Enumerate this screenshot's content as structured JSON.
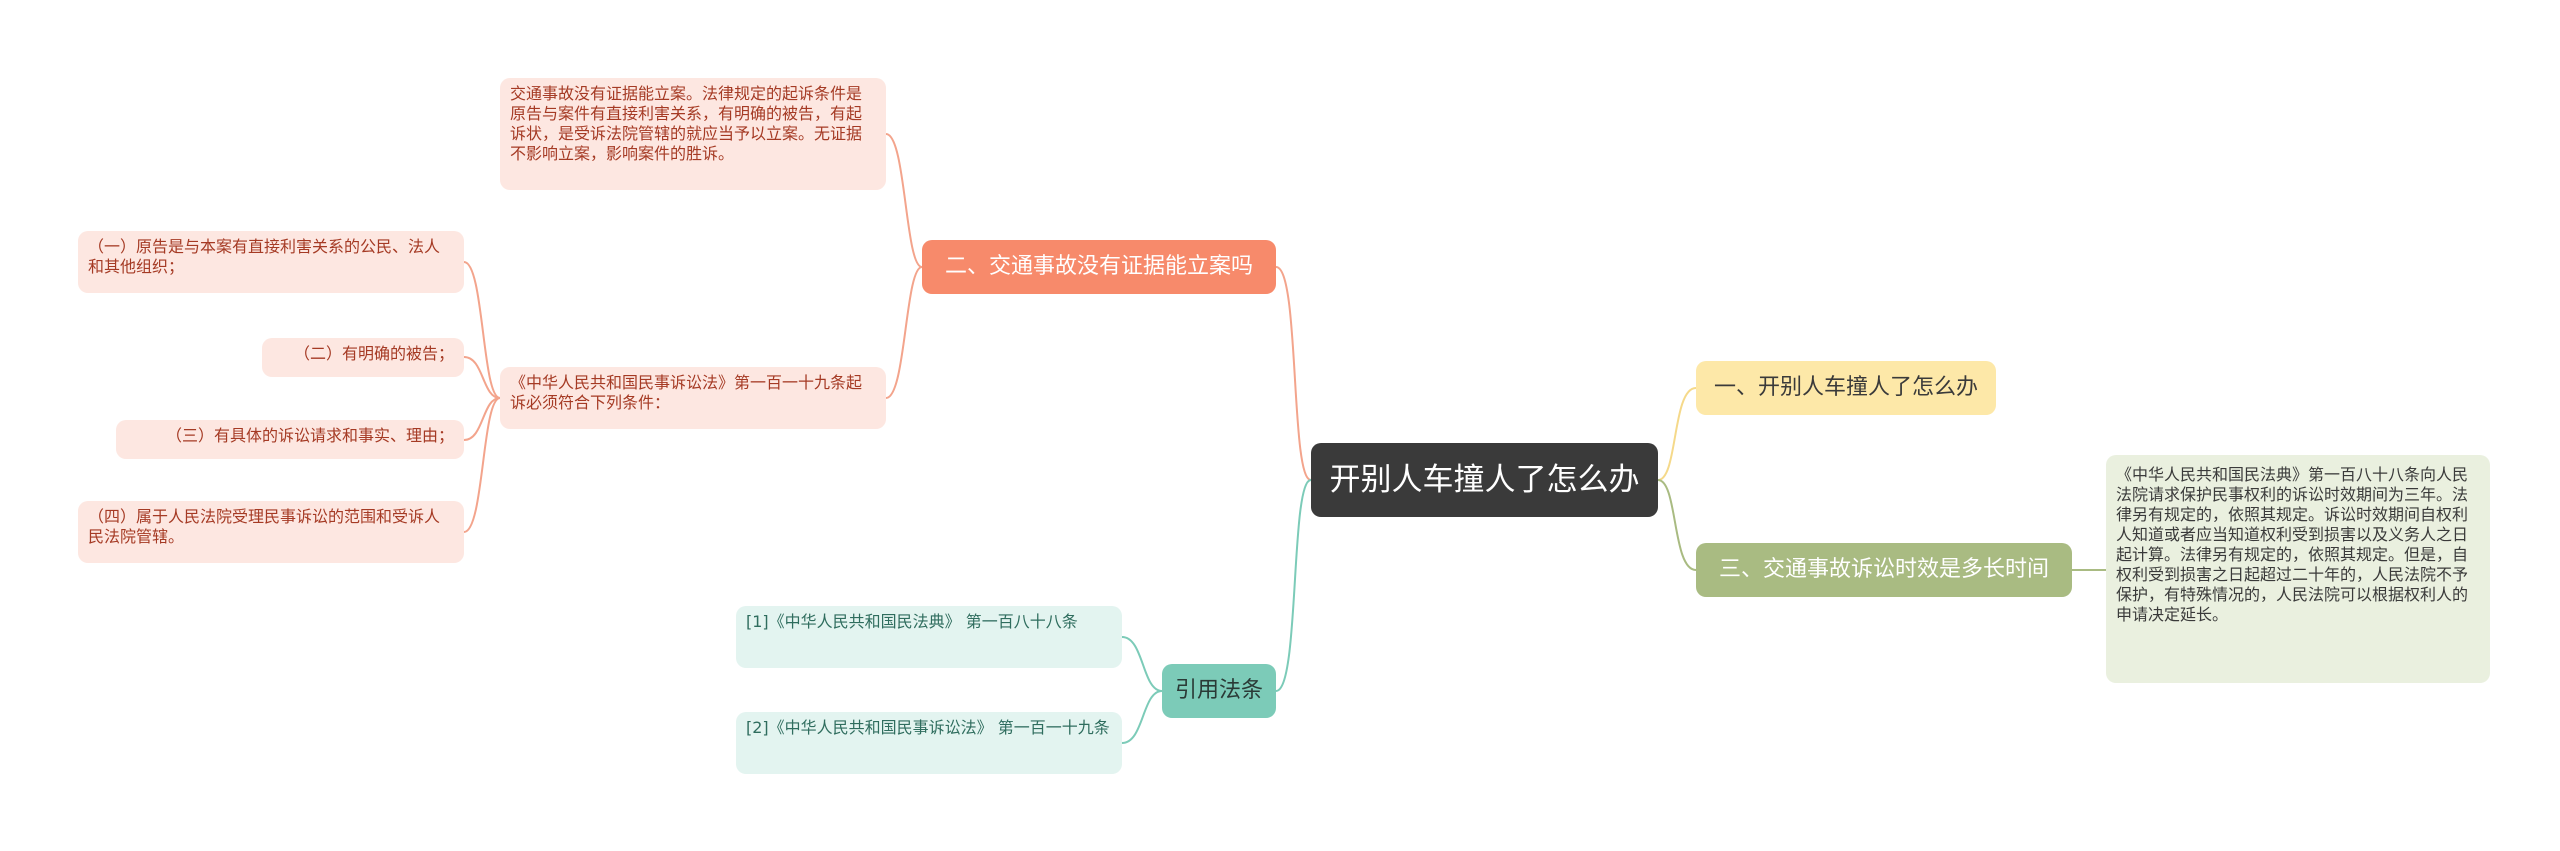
{
  "center": {
    "title": "开别人车撞人了怎么办"
  },
  "branches": {
    "b1": {
      "label": "一、开别人车撞人了怎么办"
    },
    "b2": {
      "label": "二、交通事故没有证据能立案吗",
      "detail": "交通事故没有证据能立案。法律规定的起诉条件是原告与案件有直接利害关系，有明确的被告，有起诉状，是受诉法院管辖的就应当予以立案。无证据不影响立案，影响案件的胜诉。",
      "law": "《中华人民共和国民事诉讼法》第一百一十九条起诉必须符合下列条件：",
      "conditions": [
        "（一）原告是与本案有直接利害关系的公民、法人和其他组织；",
        "（二）有明确的被告；",
        "（三）有具体的诉讼请求和事实、理由；",
        "（四）属于人民法院受理民事诉讼的范围和受诉人民法院管辖。"
      ]
    },
    "b3": {
      "label": "三、交通事故诉讼时效是多长时间",
      "detail": "《中华人民共和国民法典》第一百八十八条向人民法院请求保护民事权利的诉讼时效期间为三年。法律另有规定的，依照其规定。诉讼时效期间自权利人知道或者应当知道权利受到损害以及义务人之日起计算。法律另有规定的，依照其规定。但是，自权利受到损害之日起超过二十年的，人民法院不予保护，有特殊情况的，人民法院可以根据权利人的申请决定延长。"
    },
    "refs": {
      "label": "引用法条",
      "items": [
        "[1]《中华人民共和国民法典》 第一百八十八条",
        "[2]《中华人民共和国民事诉讼法》 第一百一十九条"
      ]
    }
  },
  "colors": {
    "center": "#3a3a3a",
    "branch1": "#fde8a8",
    "branch2": "#f78a6b",
    "branch3": "#a9bb82",
    "refs": "#7ccbb8",
    "line_red": "#f3a48c",
    "line_green": "#a9bb82",
    "line_yellow": "#f5d98a",
    "line_teal": "#7ccbb8"
  }
}
